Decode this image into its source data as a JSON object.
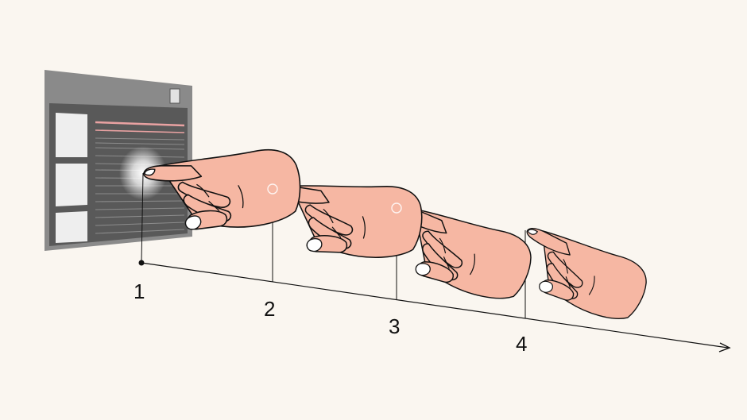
{
  "colors": {
    "background": "#faf6f0",
    "hand_fill": "#f6b7a3",
    "hand_outline": "#111111",
    "nail": "#ffffff",
    "screen_bezel": "#8a8a8a",
    "screen_body": "#595959",
    "sidebar_tile": "#eeeeee",
    "highlight_line": "#e9a2a2",
    "text_line": "#8c8c8c",
    "timeline": "#111111"
  },
  "timeline": {
    "steps": [
      {
        "label": "1"
      },
      {
        "label": "2"
      },
      {
        "label": "3"
      },
      {
        "label": "4"
      }
    ]
  }
}
